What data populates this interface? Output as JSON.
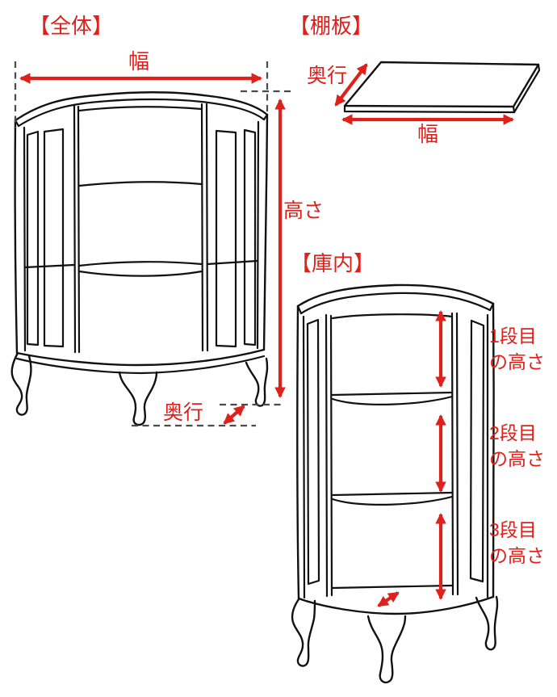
{
  "diagram": {
    "kind": "furniture-dimension-diagram",
    "colors": {
      "accent": "#e0201b",
      "line": "#111111",
      "dash": "#4a4a4a",
      "background": "#ffffff"
    },
    "overall": {
      "title": "【全体】",
      "width_label": "幅",
      "height_label": "高さ",
      "depth_label": "奥行"
    },
    "shelf_board": {
      "title": "【棚板】",
      "depth_label": "奥行",
      "width_label": "幅"
    },
    "interior": {
      "title": "【庫内】",
      "tier1": {
        "line1": "1段目",
        "line2": "の高さ"
      },
      "tier2": {
        "line1": "2段目",
        "line2": "の高さ"
      },
      "tier3": {
        "line1": "3段目",
        "line2": "の高さ"
      }
    }
  }
}
